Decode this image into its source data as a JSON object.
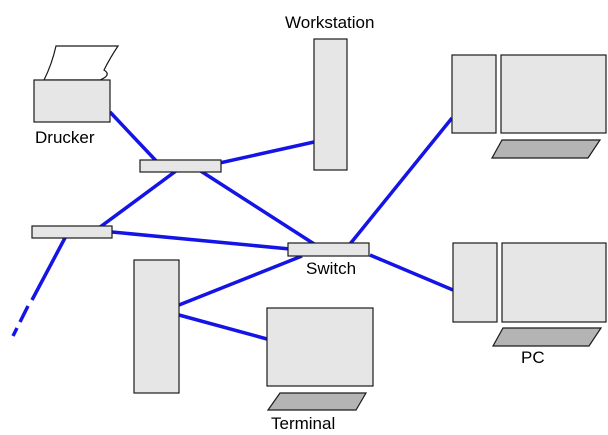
{
  "labels": {
    "workstation": "Workstation",
    "printer": "Drucker",
    "switch": "Switch",
    "pc": "PC",
    "terminal": "Terminal"
  },
  "colors": {
    "link": "#1414e6",
    "device_fill": "#e6e6e6",
    "keyboard_fill": "#b4b4b4",
    "outline": "#1a1a1a"
  }
}
